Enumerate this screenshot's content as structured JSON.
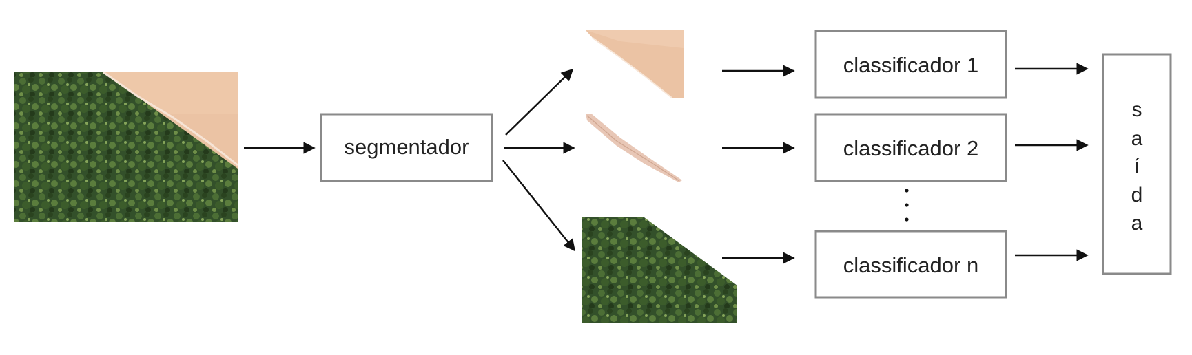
{
  "diagram": {
    "segmenter_label": "segmentador",
    "classifiers": [
      {
        "label": "classificador 1"
      },
      {
        "label": "classificador 2"
      },
      {
        "label": "classificador n"
      }
    ],
    "ellipsis": "⋮",
    "output_letters": [
      "s",
      "a",
      "í",
      "d",
      "a"
    ]
  },
  "colors": {
    "box_border": "#8a8a8a",
    "text": "#222222",
    "arrow": "#111111",
    "forest_dark": "#2f4a22",
    "forest_mid": "#4a6a32",
    "forest_light": "#7a9a4a",
    "sand": "#ebc3a4",
    "sand_light": "#f3d7c0"
  }
}
